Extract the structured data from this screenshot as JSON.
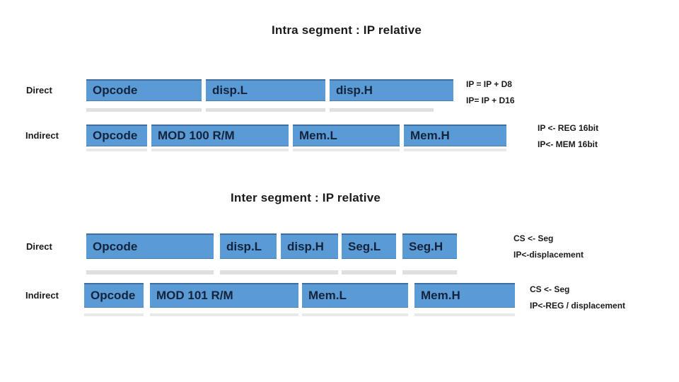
{
  "colors": {
    "box_blue": "#5b9bd5",
    "box_border_dark": "#3f6f9f",
    "box_text": "#14233c",
    "text_black": "#1a1a1a"
  },
  "intra": {
    "title": "Intra segment : IP relative",
    "direct": {
      "label": "Direct",
      "cells": [
        "Opcode",
        "disp.L",
        "disp.H"
      ],
      "notes": [
        "IP = IP + D8",
        "IP= IP + D16"
      ]
    },
    "indirect": {
      "label": "Indirect",
      "cells": [
        "Opcode",
        "MOD 100 R/M",
        "Mem.L",
        "Mem.H"
      ],
      "notes": [
        "IP <- REG 16bit",
        "IP<- MEM 16bit"
      ]
    }
  },
  "inter": {
    "title": "Inter segment : IP relative",
    "direct": {
      "label": "Direct",
      "cells": [
        "Opcode",
        "disp.L",
        "disp.H",
        "Seg.L",
        "Seg.H"
      ],
      "notes": [
        "CS <- Seg",
        "IP<-displacement"
      ]
    },
    "indirect": {
      "label": "Indirect",
      "cells": [
        "Opcode",
        "MOD 101 R/M",
        "Mem.L",
        "Mem.H"
      ],
      "notes": [
        "CS <- Seg",
        "IP<-REG / displacement"
      ]
    }
  }
}
